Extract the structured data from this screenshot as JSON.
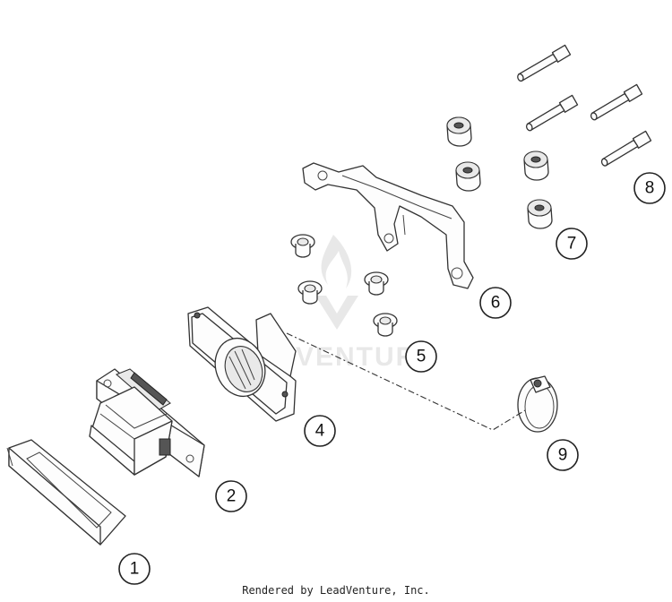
{
  "callouts": [
    {
      "id": "1",
      "label": "1"
    },
    {
      "id": "2",
      "label": "2"
    },
    {
      "id": "4",
      "label": "4"
    },
    {
      "id": "5",
      "label": "5"
    },
    {
      "id": "6",
      "label": "6"
    },
    {
      "id": "7",
      "label": "7"
    },
    {
      "id": "8",
      "label": "8"
    },
    {
      "id": "9",
      "label": "9"
    }
  ],
  "watermark": {
    "text": "ADVENTURE"
  },
  "footer": {
    "credit": "Rendered by LeadVenture, Inc."
  }
}
